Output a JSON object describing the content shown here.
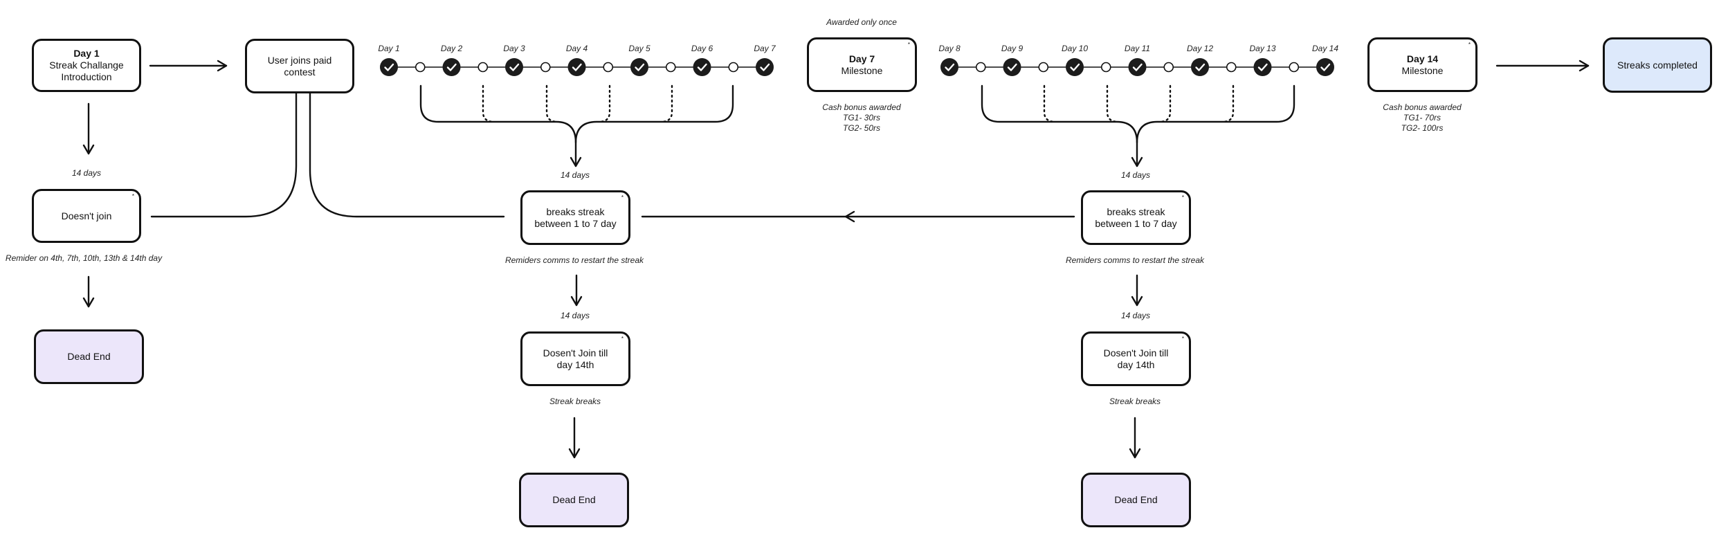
{
  "nodes": {
    "day1": {
      "title": "Day 1",
      "line2": "Streak Challange",
      "line3": "Introduction"
    },
    "user_joins": {
      "line1": "User joins paid",
      "line2": "contest"
    },
    "day7": {
      "title": "Day 7",
      "line2": "Milestone",
      "marker": "*"
    },
    "day14": {
      "title": "Day 14",
      "line2": "Milestone",
      "marker": "*"
    },
    "streaks_completed": {
      "label": "Streaks completed"
    },
    "doesnt_join": {
      "label": "Doesn't join",
      "marker": "*"
    },
    "breaks_streak_a": {
      "line1": "breaks streak",
      "line2": "between 1 to 7 day",
      "marker": "*"
    },
    "breaks_streak_b": {
      "line1": "breaks streak",
      "line2": "between 1 to 7 day",
      "marker": "*"
    },
    "dosent_join_a": {
      "line1": "Dosen't Join till",
      "line2": "day 14th",
      "marker": "*"
    },
    "dosent_join_b": {
      "line1": "Dosen't Join till",
      "line2": "day 14th",
      "marker": "*"
    },
    "dead_end_left": {
      "label": "Dead End"
    },
    "dead_end_mid": {
      "label": "Dead End"
    },
    "dead_end_right": {
      "label": "Dead End"
    }
  },
  "notes": {
    "awarded_once": "Awarded only once",
    "day7_bonus": [
      "Cash bonus awarded",
      "TG1- 30rs",
      "TG2- 50rs"
    ],
    "day14_bonus": [
      "Cash bonus awarded",
      "TG1- 70rs",
      "TG2- 100rs"
    ],
    "days14_left": "14 days",
    "days14_a": "14 days",
    "days14_b": "14 days",
    "days14_c": "14 days",
    "days14_d": "14 days",
    "reminder_left": "Remider on 4th, 7th, 10th,  13th & 14th day",
    "reminders_a": "Remiders  comms to restart the streak",
    "reminders_b": "Remiders  comms to restart the streak",
    "streak_breaks_a": "Streak breaks",
    "streak_breaks_b": "Streak breaks"
  },
  "timeline_week1": [
    "Day 1",
    "Day 2",
    "Day 3",
    "Day 4",
    "Day 5",
    "Day 6",
    "Day 7"
  ],
  "timeline_week2": [
    "Day 8",
    "Day 9",
    "Day 10",
    "Day 11",
    "Day 12",
    "Day 13",
    "Day 14"
  ],
  "colors": {
    "stroke": "#111111",
    "dead_end_fill": "#ece6fa",
    "completed_fill": "#dde9fb",
    "check_fill": "#1c1c1c"
  }
}
